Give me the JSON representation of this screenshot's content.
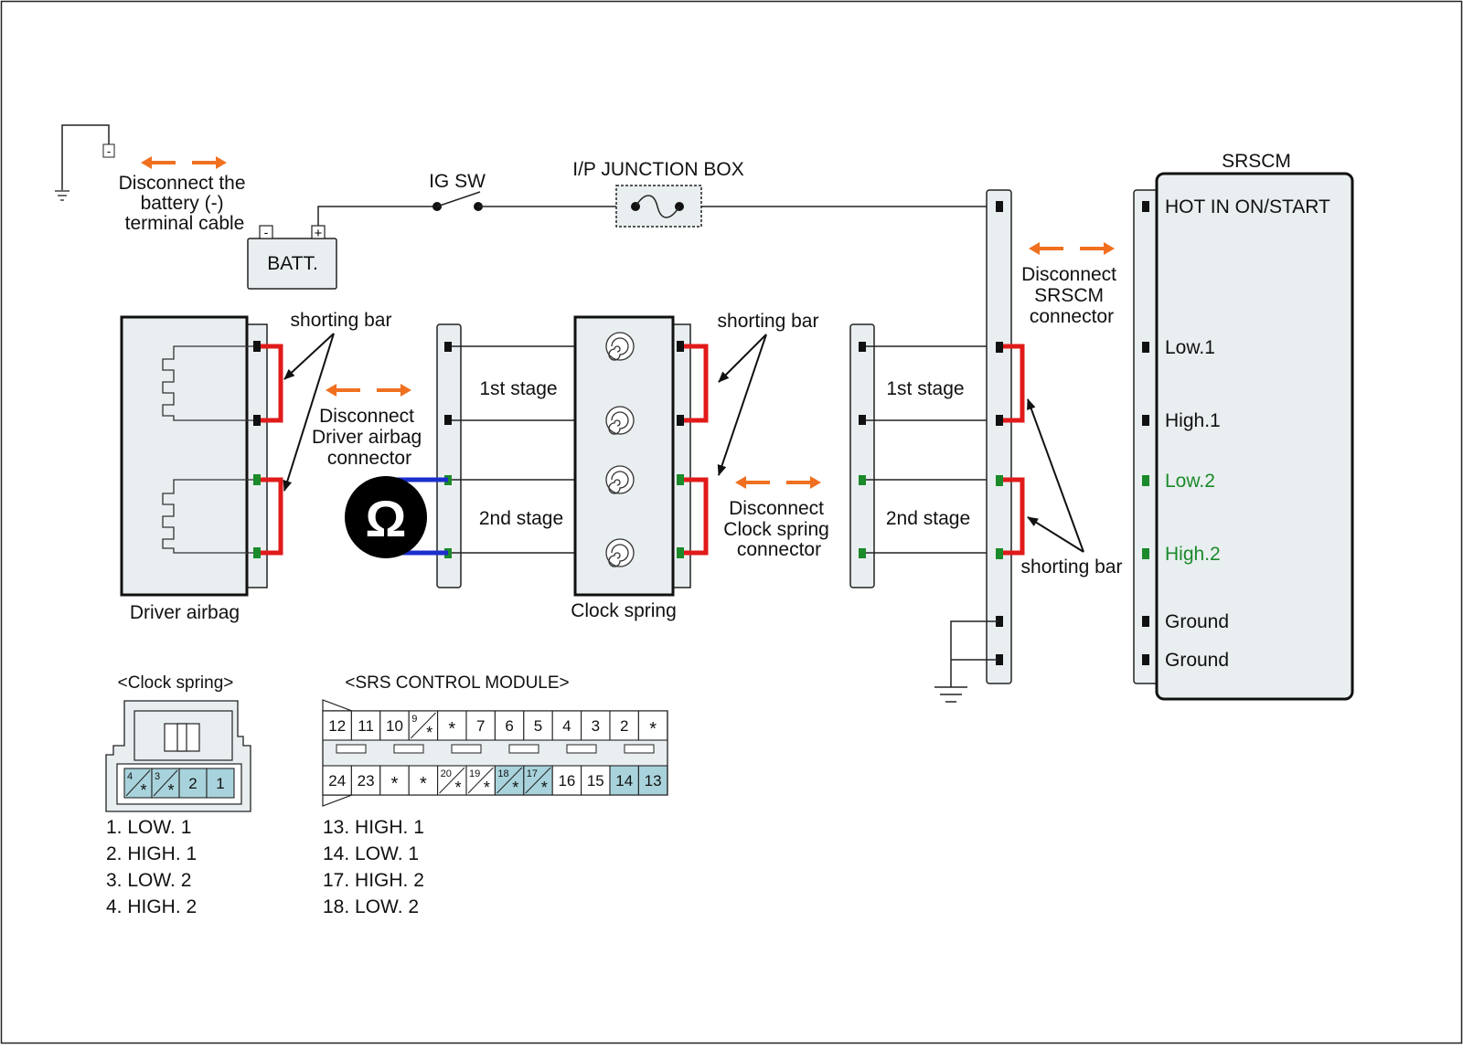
{
  "colors": {
    "background": "#ffffff",
    "component_fill": "#e9eef0",
    "shorting_bar": "#e11a1a",
    "meter_lead": "#1a2ecc",
    "pin_black": "#111111",
    "pin_green": "#1a8a2a",
    "green_text": "#1a8a2a",
    "disconnect_arrow": "#f07020",
    "cell_highlight": "#a9d3dc"
  },
  "labels": {
    "batt": "BATT.",
    "batt_minus": "-",
    "batt_plus": "+",
    "ground_minus": "-",
    "ig_sw": "IG SW",
    "ip_junction_box": "I/P JUNCTION BOX",
    "srscm": "SRSCM",
    "driver_airbag": "Driver airbag",
    "clock_spring": "Clock spring",
    "stage1_left": "1st stage",
    "stage2_left": "2nd stage",
    "stage1_right": "1st stage",
    "stage2_right": "2nd stage",
    "shorting_bar_1": "shorting bar",
    "shorting_bar_2": "shorting bar",
    "shorting_bar_3": "shorting bar",
    "ohm": "Ω"
  },
  "notes": {
    "battery": [
      "Disconnect the",
      "battery (-)",
      "terminal cable"
    ],
    "driver_airbag": [
      "Disconnect",
      "Driver airbag",
      "connector"
    ],
    "clock_spring": [
      "Disconnect",
      "Clock spring",
      "connector"
    ],
    "srscm": [
      "Disconnect",
      "SRSCM",
      "connector"
    ]
  },
  "srscm_pins": [
    {
      "label": "HOT IN ON/START",
      "color": "black"
    },
    {
      "label": "Low.1",
      "color": "black"
    },
    {
      "label": "High.1",
      "color": "black"
    },
    {
      "label": "Low.2",
      "color": "green"
    },
    {
      "label": "High.2",
      "color": "green"
    },
    {
      "label": "Ground",
      "color": "black"
    },
    {
      "label": "Ground",
      "color": "black"
    }
  ],
  "clock_spring_connector": {
    "title": "<Clock spring>",
    "cells": [
      {
        "num": "4",
        "star": "*",
        "highlight": true
      },
      {
        "num": "3",
        "star": "*",
        "highlight": true
      },
      {
        "num": "2",
        "star": "",
        "highlight": true
      },
      {
        "num": "1",
        "star": "",
        "highlight": true
      }
    ],
    "legend": [
      {
        "text": "1. LOW. 1",
        "color": "black"
      },
      {
        "text": "2. HIGH. 1",
        "color": "black"
      },
      {
        "text": "3. LOW. 2",
        "color": "green"
      },
      {
        "text": "4. HIGH. 2",
        "color": "green"
      }
    ]
  },
  "srs_control_module_connector": {
    "title": "<SRS CONTROL MODULE>",
    "top_row": [
      {
        "num": "12",
        "star": "",
        "highlight": false
      },
      {
        "num": "11",
        "star": "",
        "highlight": false
      },
      {
        "num": "10",
        "star": "",
        "highlight": false
      },
      {
        "num": "9",
        "star": "*",
        "highlight": false
      },
      {
        "num": "",
        "star": "*",
        "highlight": false
      },
      {
        "num": "7",
        "star": "",
        "highlight": false
      },
      {
        "num": "6",
        "star": "",
        "highlight": false
      },
      {
        "num": "5",
        "star": "",
        "highlight": false
      },
      {
        "num": "4",
        "star": "",
        "highlight": false
      },
      {
        "num": "3",
        "star": "",
        "highlight": false
      },
      {
        "num": "2",
        "star": "",
        "highlight": false
      },
      {
        "num": "",
        "star": "*",
        "highlight": false
      }
    ],
    "bottom_row": [
      {
        "num": "24",
        "star": "",
        "highlight": false
      },
      {
        "num": "23",
        "star": "",
        "highlight": false
      },
      {
        "num": "",
        "star": "*",
        "highlight": false
      },
      {
        "num": "",
        "star": "*",
        "highlight": false
      },
      {
        "num": "20",
        "star": "*",
        "highlight": false
      },
      {
        "num": "19",
        "star": "*",
        "highlight": false
      },
      {
        "num": "18",
        "star": "*",
        "highlight": true
      },
      {
        "num": "17",
        "star": "*",
        "highlight": true
      },
      {
        "num": "16",
        "star": "",
        "highlight": false
      },
      {
        "num": "15",
        "star": "",
        "highlight": false
      },
      {
        "num": "14",
        "star": "",
        "highlight": true
      },
      {
        "num": "13",
        "star": "",
        "highlight": true
      }
    ],
    "legend": [
      {
        "text": "13. HIGH. 1",
        "color": "black"
      },
      {
        "text": "14. LOW. 1",
        "color": "black"
      },
      {
        "text": "17. HIGH. 2",
        "color": "green"
      },
      {
        "text": "18. LOW. 2",
        "color": "green"
      }
    ]
  }
}
